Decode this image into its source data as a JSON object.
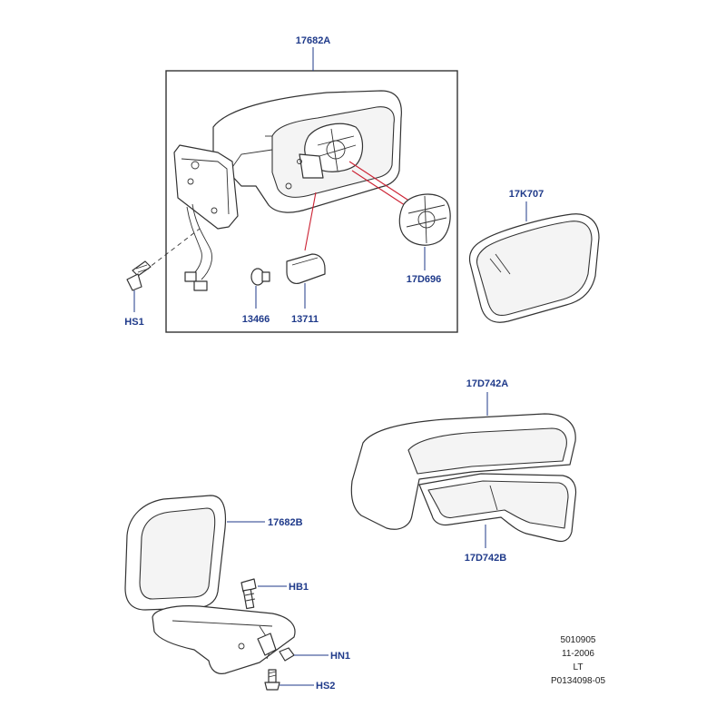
{
  "callouts": {
    "assembly_top": "17682A",
    "screw_left": "HS1",
    "bulb": "13466",
    "lamp": "13711",
    "motor": "17D696",
    "glass": "17K707",
    "cover_assembly": "17D742A",
    "cover_insert": "17D742B",
    "housing_bottom": "17682B",
    "bolt": "HB1",
    "nut": "HN1",
    "screw_bottom": "HS2"
  },
  "footer": {
    "line1": "5010905",
    "line2": "11-2006",
    "line3": "LT",
    "line4": "P0134098-05"
  },
  "colors": {
    "callout": "#1f3a8a",
    "red_guide": "#cc2233",
    "line": "#333333"
  }
}
